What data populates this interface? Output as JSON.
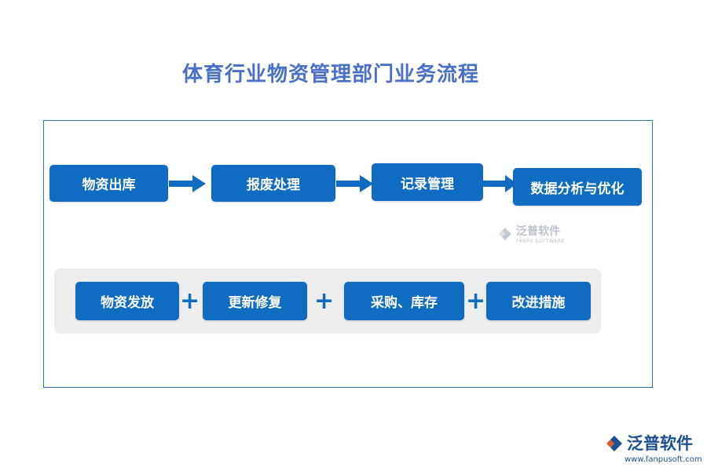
{
  "title": "体育行业物资管理部门业务流程",
  "flow": [
    "物资出库",
    "报废处理",
    "记录管理",
    "数据分析与优化"
  ],
  "components": [
    "物资发放",
    "更新修复",
    "采购、库存",
    "改进措施"
  ],
  "plus_symbol": "+",
  "watermark": {
    "name": "泛普软件",
    "sub": "FANPU SOFTWARE"
  },
  "logo": {
    "name": "泛普软件",
    "url": "www.fanpusoft.com"
  },
  "colors": {
    "box": "#0f6cc0",
    "title": "#4a70c6",
    "frame": "#2e6fb3",
    "strip": "#ededed"
  }
}
